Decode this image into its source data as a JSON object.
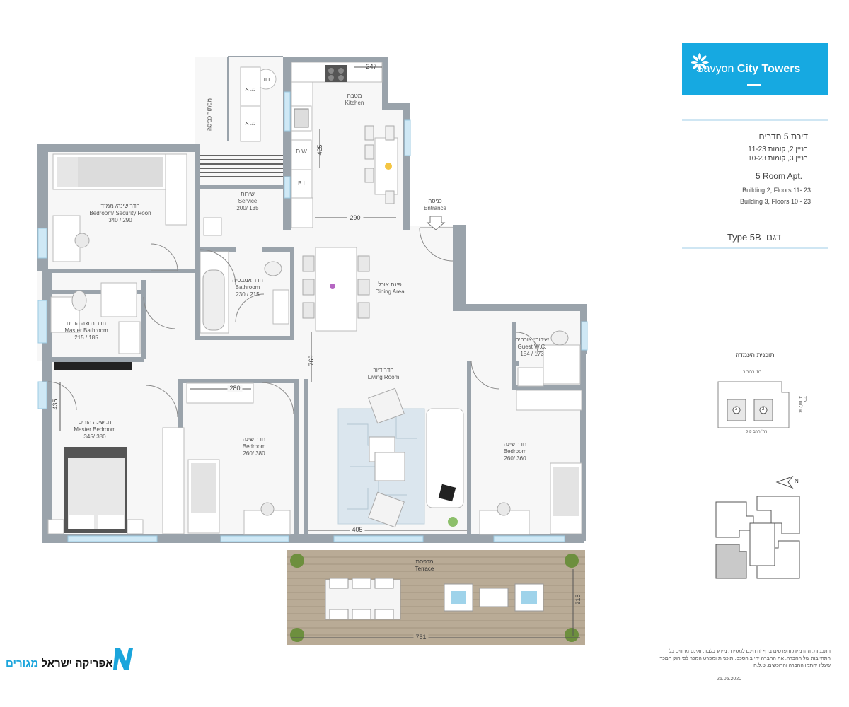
{
  "brand": {
    "name_regular": "Savyon",
    "name_bold": "City Towers",
    "color": "#16a9e1"
  },
  "apartment": {
    "title_he": "דירת 5 חדרים",
    "building2_he": "בניין 2, קומות 11-23",
    "building3_he": "בניין 3, קומות 10-23",
    "title_en": "5 Room Apt.",
    "building2_en": "Building 2, Floors 11- 23",
    "building3_en": "Building 3, Floors 10 - 23",
    "type_en": "Type 5B",
    "type_he": "דגם"
  },
  "rooms": {
    "kitchen": {
      "he": "מטבח",
      "en": "Kitchen"
    },
    "service": {
      "he": "שירות",
      "en": "Service",
      "size": "200/ 135"
    },
    "security": {
      "he": "חדר שינה/ ממ\"ד",
      "en": "Bedroom/ Security Roon",
      "size": "340 / 290"
    },
    "bathroom": {
      "he": "חדר אמבטיה",
      "en": "Bathroom",
      "size": "230 / 215"
    },
    "master_bath": {
      "he": "חדר רחצה הורים",
      "en": "Master Bathroom",
      "size": "215 / 185"
    },
    "dining": {
      "he": "פינת אוכל",
      "en": "Dining Area"
    },
    "entrance": {
      "he": "כניסה",
      "en": "Entrance"
    },
    "guest_wc": {
      "he": "שירותי אורחים",
      "en": "Guest W.C.",
      "size": "154 / 173"
    },
    "living": {
      "he": "חדר דיור",
      "en": "Living Room"
    },
    "master_bed": {
      "he": "ח. שינה הורים",
      "en": "Master Bedroom",
      "size": "345/ 380"
    },
    "bedroom_mid": {
      "he": "חדר שינה",
      "en": "Bedroom",
      "size": "260/ 380"
    },
    "bedroom_right": {
      "he": "חדר שינה",
      "en": "Bedroom",
      "size": "260/ 360"
    },
    "terrace": {
      "he": "מרפסת",
      "en": "Terrace"
    }
  },
  "fixtures": {
    "boiler": "דוד",
    "ma1": "מ. א",
    "ma2": "מ. א",
    "dw": "D.W",
    "bi": "B.I",
    "vertical_note": "מסתור כביסה"
  },
  "dimensions": {
    "kitchen_top": "247",
    "kitchen_side": "425",
    "dining_top": "290",
    "living_vertical": "769",
    "bedroom_mid_top": "280",
    "master_side": "435",
    "living_bottom": "405",
    "terrace_side": "215",
    "terrace_bottom": "751"
  },
  "keyplan": {
    "title": "תוכנית העמדה",
    "street_top": "רח' ברוכוב",
    "street_side": "רח' ארלוזורוב",
    "street_bottom": "רח' הרב קוק",
    "b3": "3",
    "b2": "2",
    "north": "N"
  },
  "disclaimer": {
    "text": "התכניות, ההדמיות והפרטים בדף זה הינם למסירת מידע בלבד, ואינם מהווים כל התחייבות של החברה. את החברה יחייב הסכם, תוכניות ומפרט המכר לפי חוק המכר שעליו יחתמו החברה והרוכשים. ט.ל.ח",
    "date": "25.05.2020"
  },
  "company": {
    "name_main": "אפריקה ישראל",
    "name_accent": "מגורים",
    "accent_color": "#1ba5dc"
  }
}
